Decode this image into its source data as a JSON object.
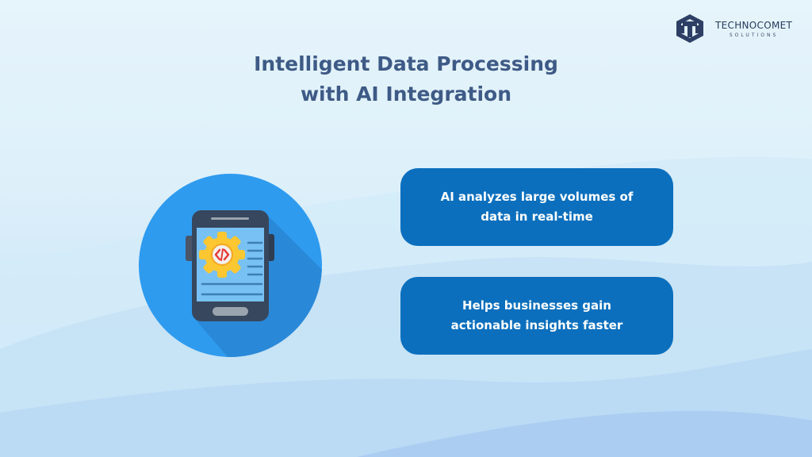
{
  "header": {
    "title_lines": [
      "Intelligent Data Processing",
      "with AI Integration"
    ]
  },
  "brand": {
    "name": "TECHNOCOMET",
    "tagline": "SOLUTIONS",
    "icon": "technocomet-logo-icon",
    "color": "#2e3f66"
  },
  "illustration": {
    "icon": "smartphone-gear-code-icon",
    "circle_color": "#2e9bef",
    "shadow_color": "#2a88d8",
    "phone_color": "#37475d",
    "screen_color": "#78c1f4",
    "gear_color": "#fcc730",
    "code_color": "#e63a3a"
  },
  "cards": [
    {
      "lines": [
        "AI analyzes large volumes of",
        "data in real-time"
      ]
    },
    {
      "lines": [
        "Helps businesses gain",
        "actionable insights faster"
      ]
    }
  ],
  "colors": {
    "card_bg": "#0b6fbd",
    "title": "#3e5a86"
  }
}
